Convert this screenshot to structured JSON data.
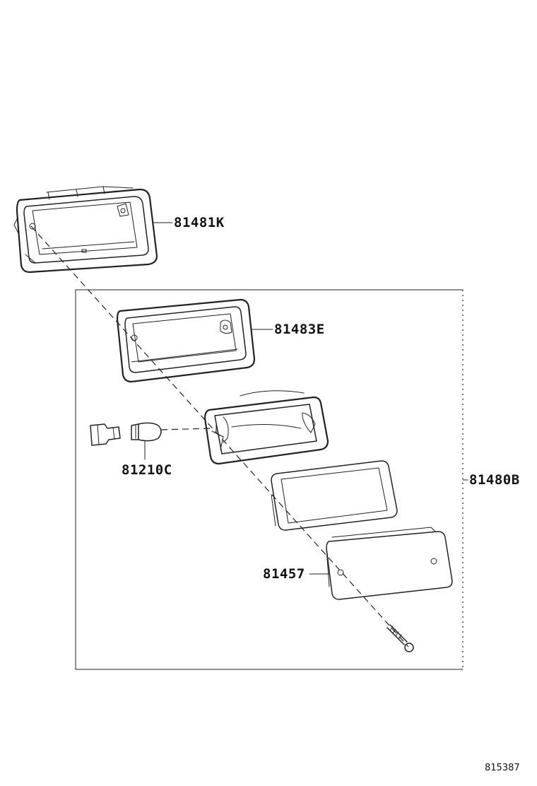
{
  "parts": {
    "bezel": {
      "part_number": "81481K"
    },
    "gasket_frame": {
      "part_number": "81483E"
    },
    "bulb": {
      "part_number": "81210C"
    },
    "lamp_assembly": {
      "part_number": "81480B"
    },
    "lens": {
      "part_number": "81457"
    }
  },
  "figure_id": "815387"
}
